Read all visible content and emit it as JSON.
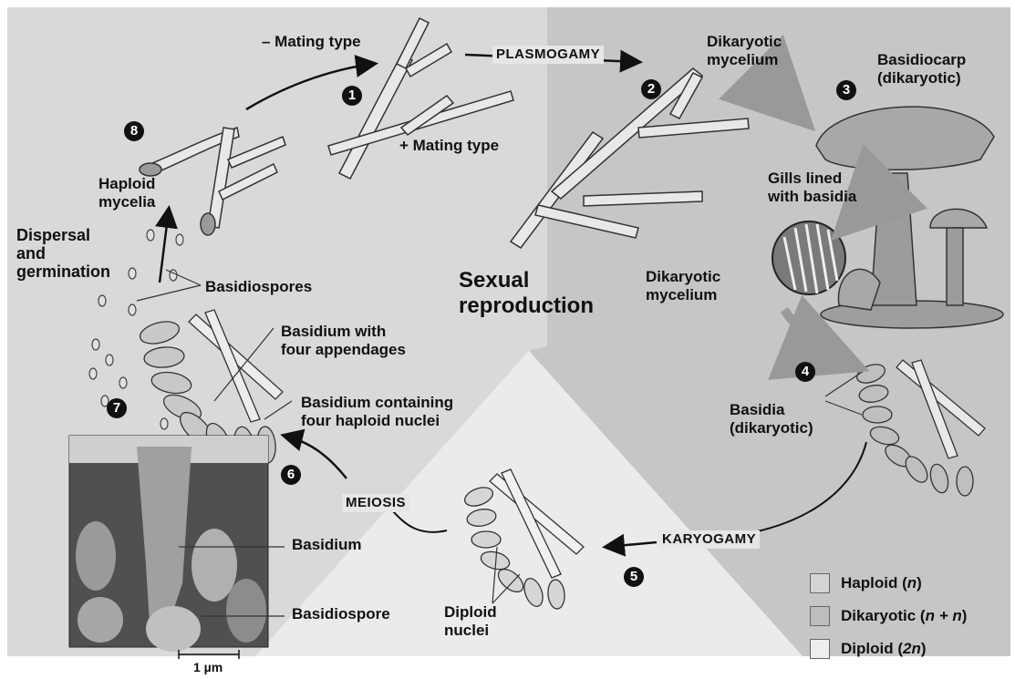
{
  "labels": {
    "mating_minus": "– Mating type",
    "mating_plus": "+ Mating type",
    "plasmogamy": "PLASMOGAMY",
    "dikaryotic_mycelium_top": "Dikaryotic\nmycelium",
    "basidiocarp": "Basidiocarp\n(dikaryotic)",
    "gills": "Gills lined\nwith basidia",
    "haploid_mycelia": "Haploid\nmycelia",
    "dispersal": "Dispersal\nand\ngermination",
    "basidiospores": "Basidiospores",
    "sexual_reproduction": "Sexual\nreproduction",
    "dikaryotic_mycelium_mid": "Dikaryotic\nmycelium",
    "basidium_four_appendages": "Basidium with\nfour appendages",
    "basidium_four_nuclei": "Basidium containing\nfour haploid nuclei",
    "basidia_dikaryotic": "Basidia\n(dikaryotic)",
    "meiosis": "MEIOSIS",
    "karyogamy": "KARYOGAMY",
    "diploid_nuclei": "Diploid\nnuclei",
    "basidium_photo": "Basidium",
    "basidiospore_photo": "Basidiospore",
    "scale_bar": "1 µm"
  },
  "steps": [
    "1",
    "2",
    "3",
    "4",
    "5",
    "6",
    "7",
    "8"
  ],
  "legend": [
    {
      "label": "Haploid",
      "symbol": "n",
      "color": "#d4d4d4"
    },
    {
      "label": "Dikaryotic",
      "symbol": "n + n",
      "color": "#bdbdbd"
    },
    {
      "label": "Diploid",
      "symbol": "2n",
      "color": "#eeeeee"
    }
  ],
  "colors": {
    "haploid_region": "#d9d9d9",
    "dikaryotic_region": "#c4c4c4",
    "diploid_region": "#e9e9e9",
    "ink": "#111111"
  }
}
